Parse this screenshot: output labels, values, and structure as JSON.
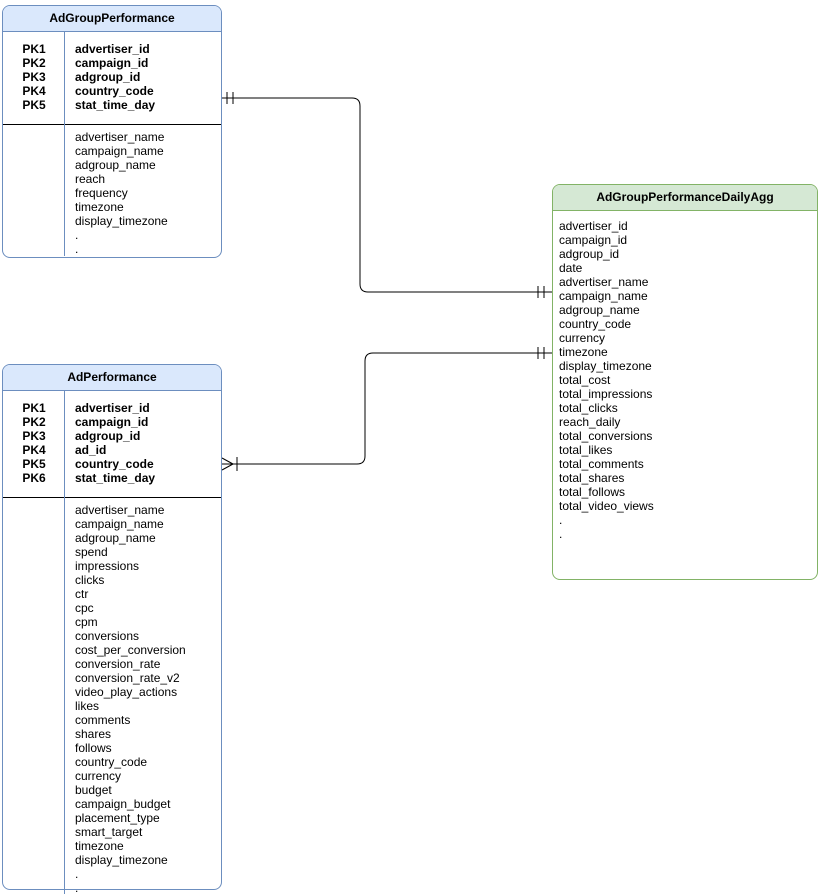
{
  "tables": [
    {
      "id": "adgroup_performance",
      "title": "AdGroupPerformance",
      "theme": {
        "header_fill": "#dae8fc",
        "border": "#6c8ebf"
      },
      "primary_keys": [
        {
          "label": "PK1",
          "field": "advertiser_id"
        },
        {
          "label": "PK2",
          "field": "campaign_id"
        },
        {
          "label": "PK3",
          "field": "adgroup_id"
        },
        {
          "label": "PK4",
          "field": "country_code"
        },
        {
          "label": "PK5",
          "field": "stat_time_day"
        }
      ],
      "fields": [
        "advertiser_name",
        "campaign_name",
        "adgroup_name",
        "reach",
        "frequency",
        "timezone",
        "display_timezone",
        ".",
        "."
      ]
    },
    {
      "id": "ad_performance",
      "title": "AdPerformance",
      "theme": {
        "header_fill": "#dae8fc",
        "border": "#6c8ebf"
      },
      "primary_keys": [
        {
          "label": "PK1",
          "field": "advertiser_id"
        },
        {
          "label": "PK2",
          "field": "campaign_id"
        },
        {
          "label": "PK3",
          "field": "adgroup_id"
        },
        {
          "label": "PK4",
          "field": "ad_id"
        },
        {
          "label": "PK5",
          "field": "country_code"
        },
        {
          "label": "PK6",
          "field": "stat_time_day"
        }
      ],
      "fields": [
        "advertiser_name",
        "campaign_name",
        "adgroup_name",
        "spend",
        "impressions",
        "clicks",
        "ctr",
        "cpc",
        "cpm",
        "conversions",
        "cost_per_conversion",
        "conversion_rate",
        "conversion_rate_v2",
        "video_play_actions",
        "likes",
        "comments",
        "shares",
        "follows",
        "country_code",
        "currency",
        "budget",
        "campaign_budget",
        "placement_type",
        "smart_target",
        "timezone",
        "display_timezone",
        ".",
        "."
      ]
    },
    {
      "id": "adgroup_performance_daily_agg",
      "title": "AdGroupPerformanceDailyAgg",
      "theme": {
        "header_fill": "#d5e8d4",
        "border": "#82b366"
      },
      "primary_keys": [],
      "fields": [
        "advertiser_id",
        "campaign_id",
        "adgroup_id",
        "date",
        "advertiser_name",
        "campaign_name",
        "adgroup_name",
        "country_code",
        "currency",
        "timezone",
        "display_timezone",
        "total_cost",
        "total_impressions",
        "total_clicks",
        "reach_daily",
        "total_conversions",
        "total_likes",
        "total_comments",
        "total_shares",
        "total_follows",
        "total_video_views",
        ".",
        "."
      ]
    }
  ],
  "relationships": [
    {
      "from": "AdGroupPerformance",
      "to": "AdGroupPerformanceDailyAgg",
      "from_cardinality": "one-and-only-one",
      "to_cardinality": "one-and-only-one"
    },
    {
      "from": "AdPerformance",
      "to": "AdGroupPerformanceDailyAgg",
      "from_cardinality": "many-with-one",
      "to_cardinality": "one-and-only-one"
    }
  ],
  "connector_color": "#000000"
}
